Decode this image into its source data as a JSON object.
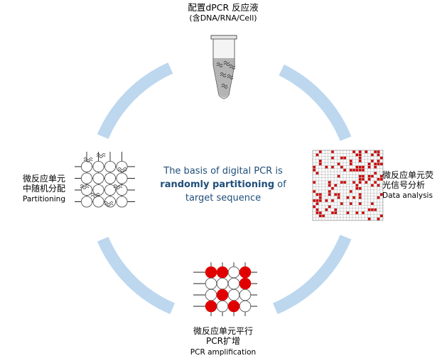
{
  "center_text": {
    "line1": "The basis of digital PCR is",
    "line2_bold": "randomly partitioning",
    "line2_rest": " of",
    "line3": "target sequence"
  },
  "steps": {
    "prepare": {
      "title": "配置dPCR 反应液",
      "subtitle": "(含DNA/RNA/Cell)"
    },
    "partition": {
      "line1": "微反应单元",
      "line2": "中随机分配",
      "english": "Partitioning"
    },
    "amplify": {
      "line1": "微反应单元平行",
      "line2": "PCR扩增",
      "english": "PCR amplification"
    },
    "analyze": {
      "line1": "微反应单元荧",
      "line2": "光信号分析",
      "english": "Data analysis"
    }
  },
  "colors": {
    "ring": "#bdd7ee",
    "center_text": "#1f4e79",
    "positive_well": "#e00000",
    "heatmap_cell": "#cc0000"
  },
  "icons": [
    "pcr-tube-icon",
    "partition-grid-icon",
    "amplification-grid-icon",
    "fluorescence-heatmap-icon"
  ],
  "amplification_grid": {
    "rows": [
      [
        1,
        1,
        0,
        1
      ],
      [
        0,
        0,
        0,
        1
      ],
      [
        0,
        1,
        0,
        0
      ],
      [
        1,
        0,
        1,
        0
      ]
    ]
  }
}
